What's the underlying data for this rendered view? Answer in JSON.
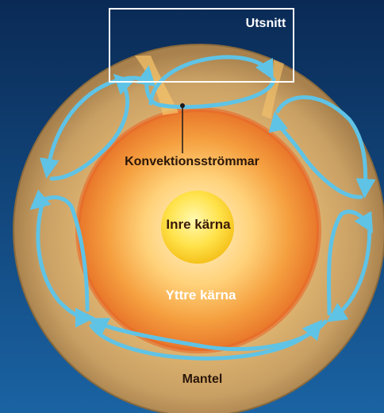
{
  "labels": {
    "inner_core": "Inre kärna",
    "outer_core": "Yttre kärna",
    "convection": "Konvektionsströmmar",
    "mantle": "Mantel",
    "cutout": "Utsnitt"
  },
  "colors": {
    "background_top": "#0a2a55",
    "background_bottom": "#1a63a3",
    "mantle": "#c9a064",
    "outer_core": "#f0842a",
    "inner_core": "#ffe24a",
    "convection_arrows": "#5fc3e6",
    "cutout_frame": "#ffffff"
  },
  "icons": {
    "arrows": "convection-arrow-icon"
  }
}
